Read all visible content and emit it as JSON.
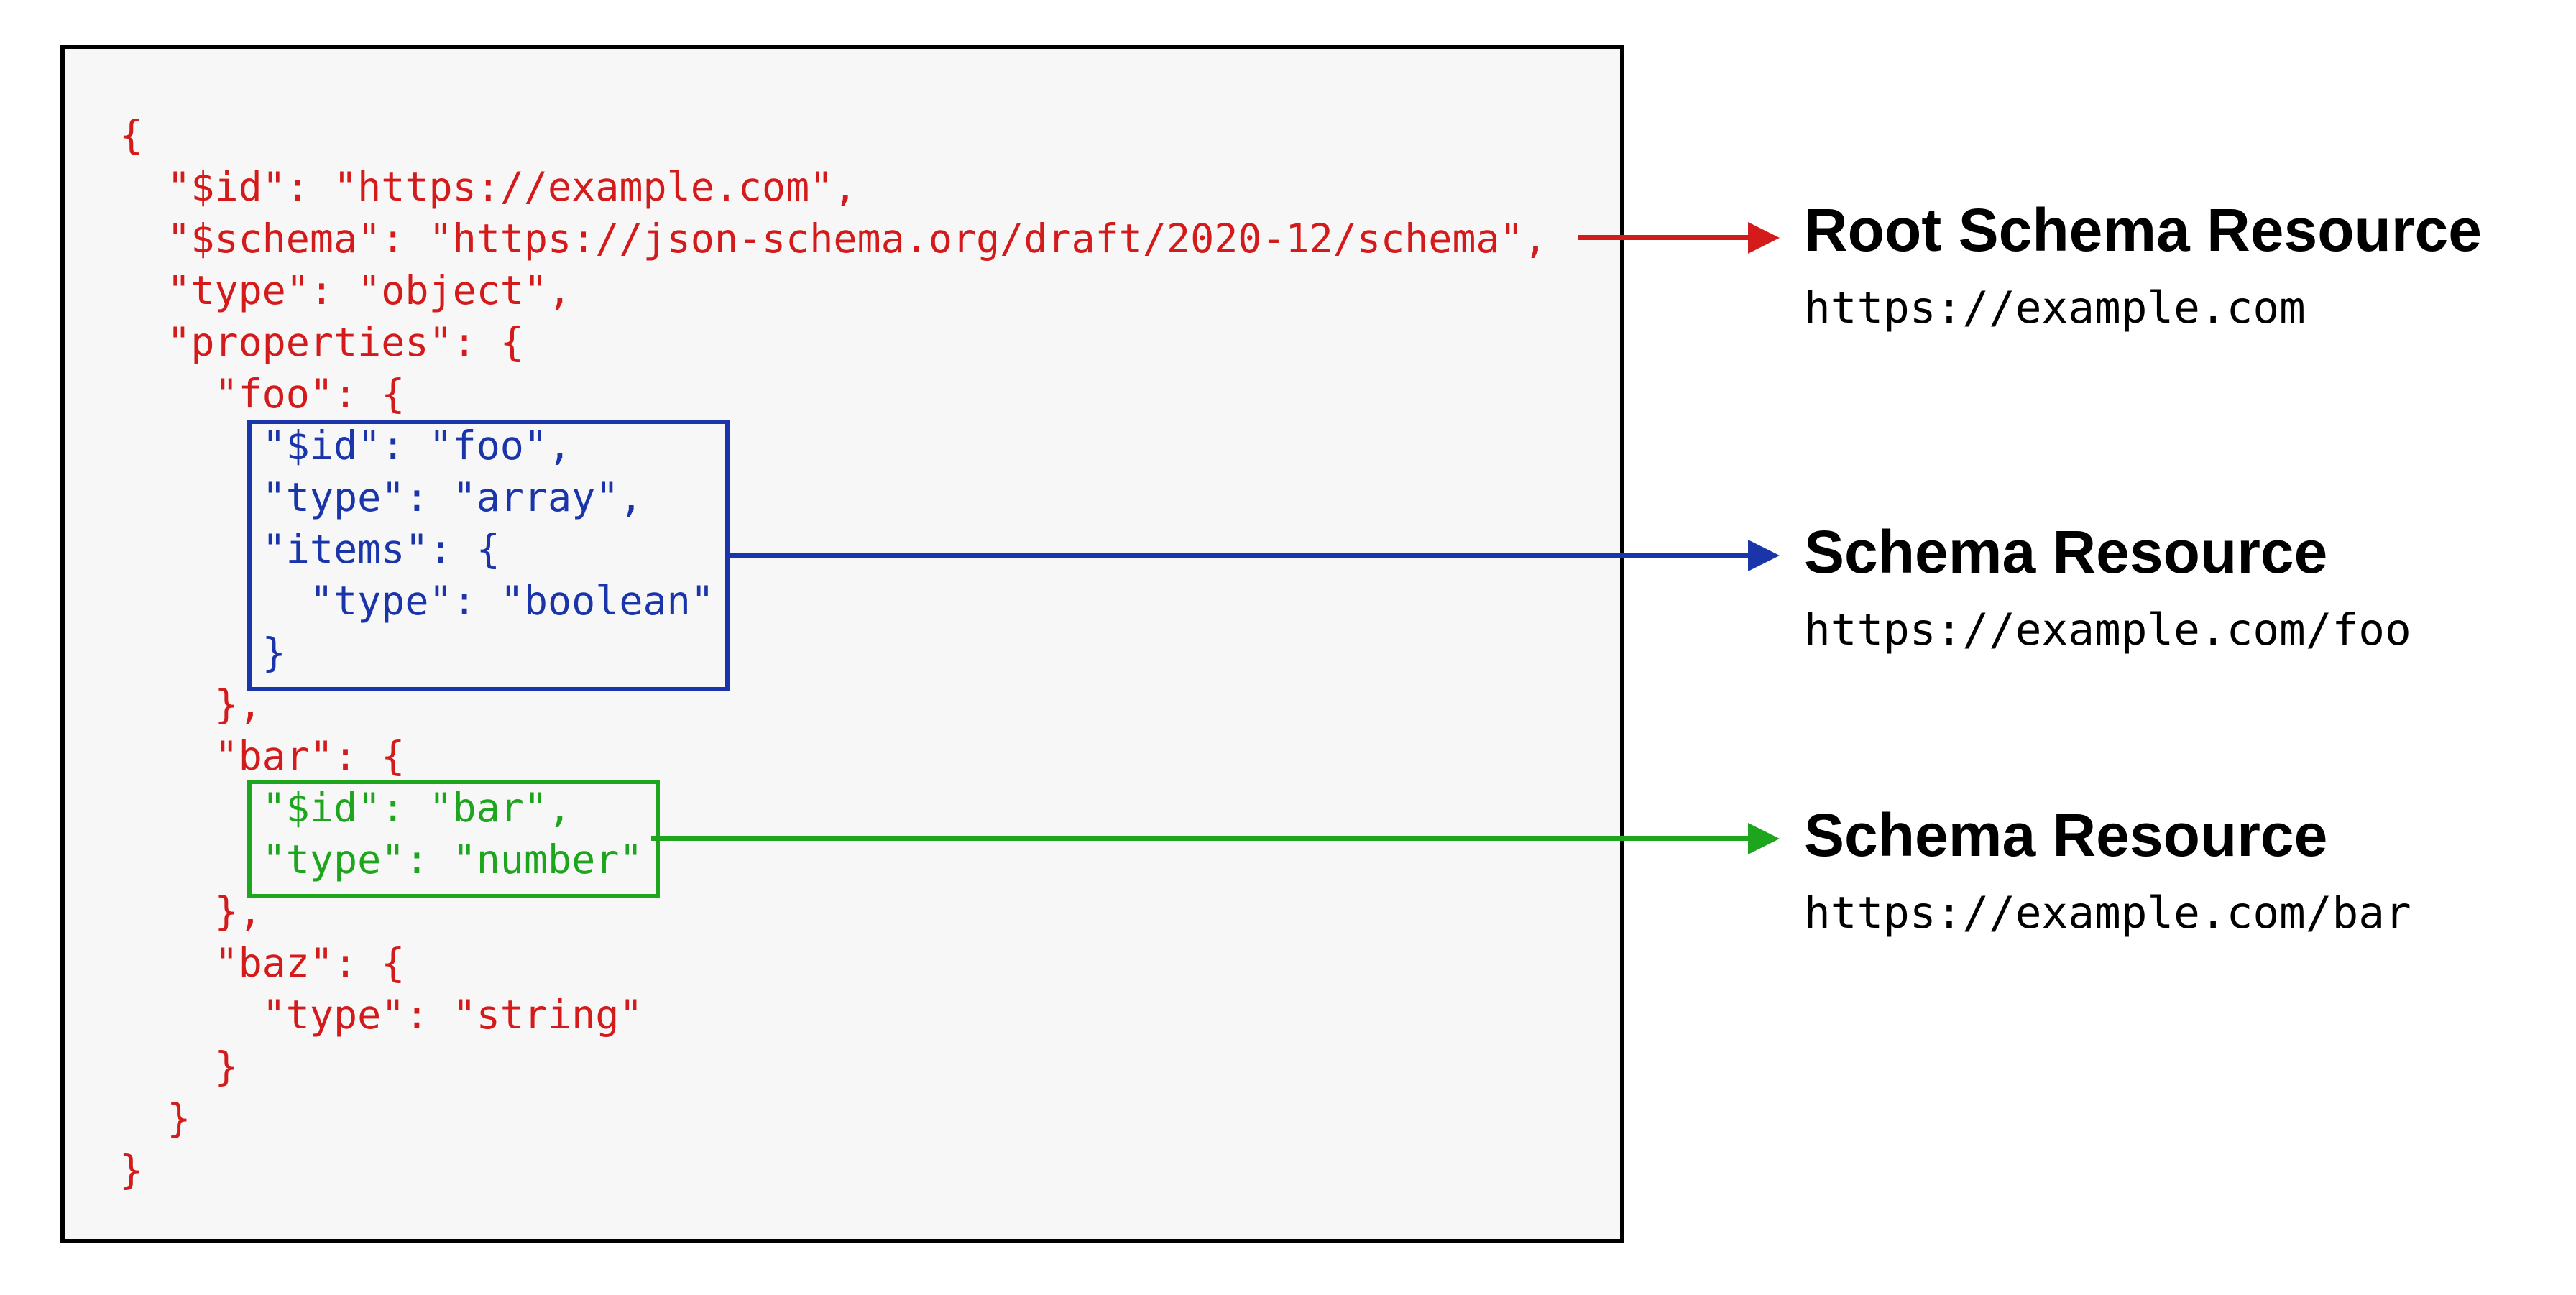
{
  "code_panel": {
    "lines": [
      {
        "text": "{",
        "color": "red"
      },
      {
        "text": "  \"$id\": \"https://example.com\",",
        "color": "red"
      },
      {
        "text": "  \"$schema\": \"https://json-schema.org/draft/2020-12/schema\",",
        "color": "red"
      },
      {
        "text": "  \"type\": \"object\",",
        "color": "red"
      },
      {
        "text": "  \"properties\": {",
        "color": "red"
      },
      {
        "text": "    \"foo\": {",
        "color": "red"
      },
      {
        "text": "      \"$id\": \"foo\",",
        "color": "blue"
      },
      {
        "text": "      \"type\": \"array\",",
        "color": "blue"
      },
      {
        "text": "      \"items\": {",
        "color": "blue"
      },
      {
        "text": "        \"type\": \"boolean\"",
        "color": "blue"
      },
      {
        "text": "      }",
        "color": "blue"
      },
      {
        "text": "    },",
        "color": "red"
      },
      {
        "text": "    \"bar\": {",
        "color": "red"
      },
      {
        "text": "      \"$id\": \"bar\",",
        "color": "green"
      },
      {
        "text": "      \"type\": \"number\"",
        "color": "green"
      },
      {
        "text": "    },",
        "color": "red"
      },
      {
        "text": "    \"baz\": {",
        "color": "red"
      },
      {
        "text": "      \"type\": \"string\"",
        "color": "red"
      },
      {
        "text": "    }",
        "color": "red"
      },
      {
        "text": "  }",
        "color": "red"
      },
      {
        "text": "}",
        "color": "red"
      }
    ]
  },
  "annotations": [
    {
      "heading": "Root Schema Resource",
      "url": "https://example.com",
      "arrow_color": "#d41b1b"
    },
    {
      "heading": "Schema Resource",
      "url": "https://example.com/foo",
      "arrow_color": "#1a35aa"
    },
    {
      "heading": "Schema Resource",
      "url": "https://example.com/bar",
      "arrow_color": "#1ea51e"
    }
  ],
  "colors": {
    "red": "#d41b1b",
    "blue": "#1a35aa",
    "green": "#1ea51e",
    "panel_background": "#f7f7f7",
    "panel_border": "#000000",
    "label_text": "#000000"
  }
}
